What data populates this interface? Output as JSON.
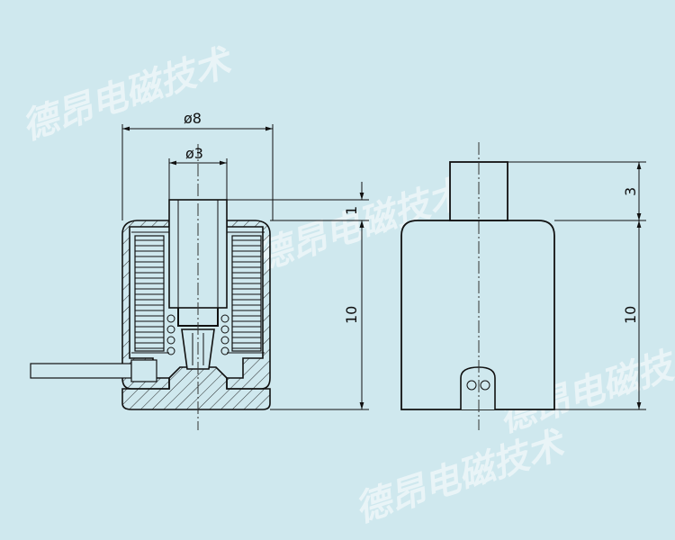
{
  "watermark": {
    "text": "德昂电磁技术",
    "color": "#ffffff"
  },
  "dimensions": {
    "outer_diameter": "ø8",
    "inner_diameter": "ø3",
    "plunger_protrusion_left": "1",
    "body_height_left": "10",
    "plunger_protrusion_right": "3",
    "body_height_right": "10"
  },
  "colors": {
    "background": "#cfe8ee",
    "line": "#111111"
  }
}
